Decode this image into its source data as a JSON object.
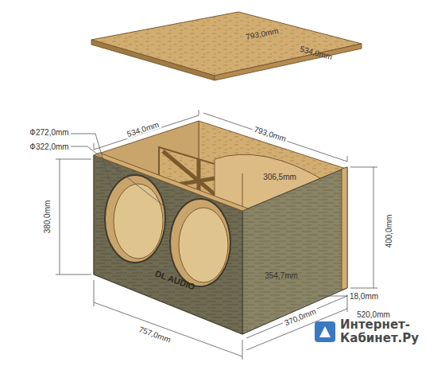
{
  "diagram": {
    "labels": [
      "793,0mm",
      "534,0mm",
      "534,0mm",
      "793,0mm",
      "Ф272,0mm",
      "Ф322,0mm",
      "380,0mm",
      "306,5mm",
      "400,0mm",
      "354,7mm",
      "18,0mm",
      "370,0mm",
      "757,0mm",
      "520,0mm",
      "DL AUDIO",
      "Интернет-Кабинет.Ру"
    ]
  }
}
